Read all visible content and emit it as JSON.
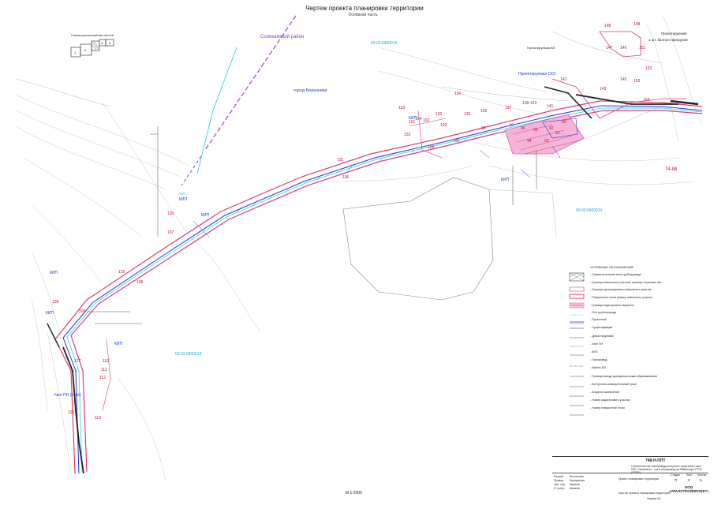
{
  "header": {
    "title": "Чертеж проекта планировки территории",
    "subtitle": "Основная часть"
  },
  "scheme_label": "Схема расположения листов",
  "scheme_sheets": [
    "1",
    "2",
    "3",
    "4",
    "5"
  ],
  "map": {
    "district": "Соликамский район",
    "town": "город Березники",
    "cadastral": [
      "59:03:0400019",
      "59:03:0900019",
      "59:03:0900019"
    ],
    "points_red": [
      "149",
      "148",
      "147",
      "146",
      "145",
      "143",
      "142",
      "141",
      "140",
      "138-142",
      "137",
      "136",
      "135",
      "134",
      "133",
      "132",
      "131",
      "130",
      "129",
      "128",
      "127",
      "126",
      "113",
      "112",
      "111",
      "110",
      "109",
      "108",
      "107",
      "106",
      "105",
      "104",
      "103",
      "102",
      "101",
      "100",
      "99",
      "98",
      "97",
      "96",
      "95",
      "94",
      "93",
      "92",
      "91",
      "90",
      "153",
      "152",
      "154",
      "151",
      "150",
      "144",
      "74-88"
    ],
    "labels_blue": [
      "КИП",
      "КИП",
      "КИП",
      "КИП",
      "КИП",
      "КИП",
      "КИП"
    ],
    "labels_cyan": [
      "ЛЭП"
    ],
    "notes": [
      "Проектируемая ВЛ",
      "Проектируемая СКЗ",
      "Узел ПН (5 шт)",
      "Проектируемая",
      "1 шт. баллон-пригрузом"
    ]
  },
  "legend": {
    "title": "УСЛОВНЫЕ ОБОЗНАЧЕНИЯ",
    "items": [
      "- Ограничительная зона трубопровода",
      "- Граница земельных участков, границы охранных зон",
      "- Граница проектируемого земельного участка",
      "- Поворотные точки границ земельного участка",
      "- Граница кадастрового квартала",
      "- Ось трубопровода",
      "- Проектный",
      "- Существующий",
      "- Демонтируемый",
      "- Узел ПН",
      "- КИП",
      "- Газопровод",
      "- Кабель ВЛ",
      "- Граница между муниципальными образованиями",
      "- Контрольно-измерительный пункт",
      "- Анодное заземление",
      "- Номер кадастрового участка",
      "- Номер поворотной точки"
    ]
  },
  "stamp": {
    "code": "748-Н-ППТ",
    "description": "Строительство газопровода попутного нефтяного газа ПКС «Чашкино» - газ в газопровод на Яйвинскую ГРЭС (ППРБ)",
    "sheet_title": "Проект планировки территории",
    "stage_label": "Стадия",
    "sheet_label": "Лист",
    "sheets_label": "Листов",
    "stage": "П",
    "sheet": "3",
    "sheets": "5",
    "org": "ООО «УРАЛСТРОЙПРОЕКТ»",
    "drawing_name": "Чертеж проекта планировки территории",
    "format": "Формат А1",
    "roles": [
      "Разраб.",
      "Провер.",
      "Нач. отд.",
      "Н. контр."
    ],
    "names": [
      "Беспалова",
      "Бурнуснова",
      "Минеев",
      "Минеев"
    ]
  },
  "scale": "М 1:2000"
}
